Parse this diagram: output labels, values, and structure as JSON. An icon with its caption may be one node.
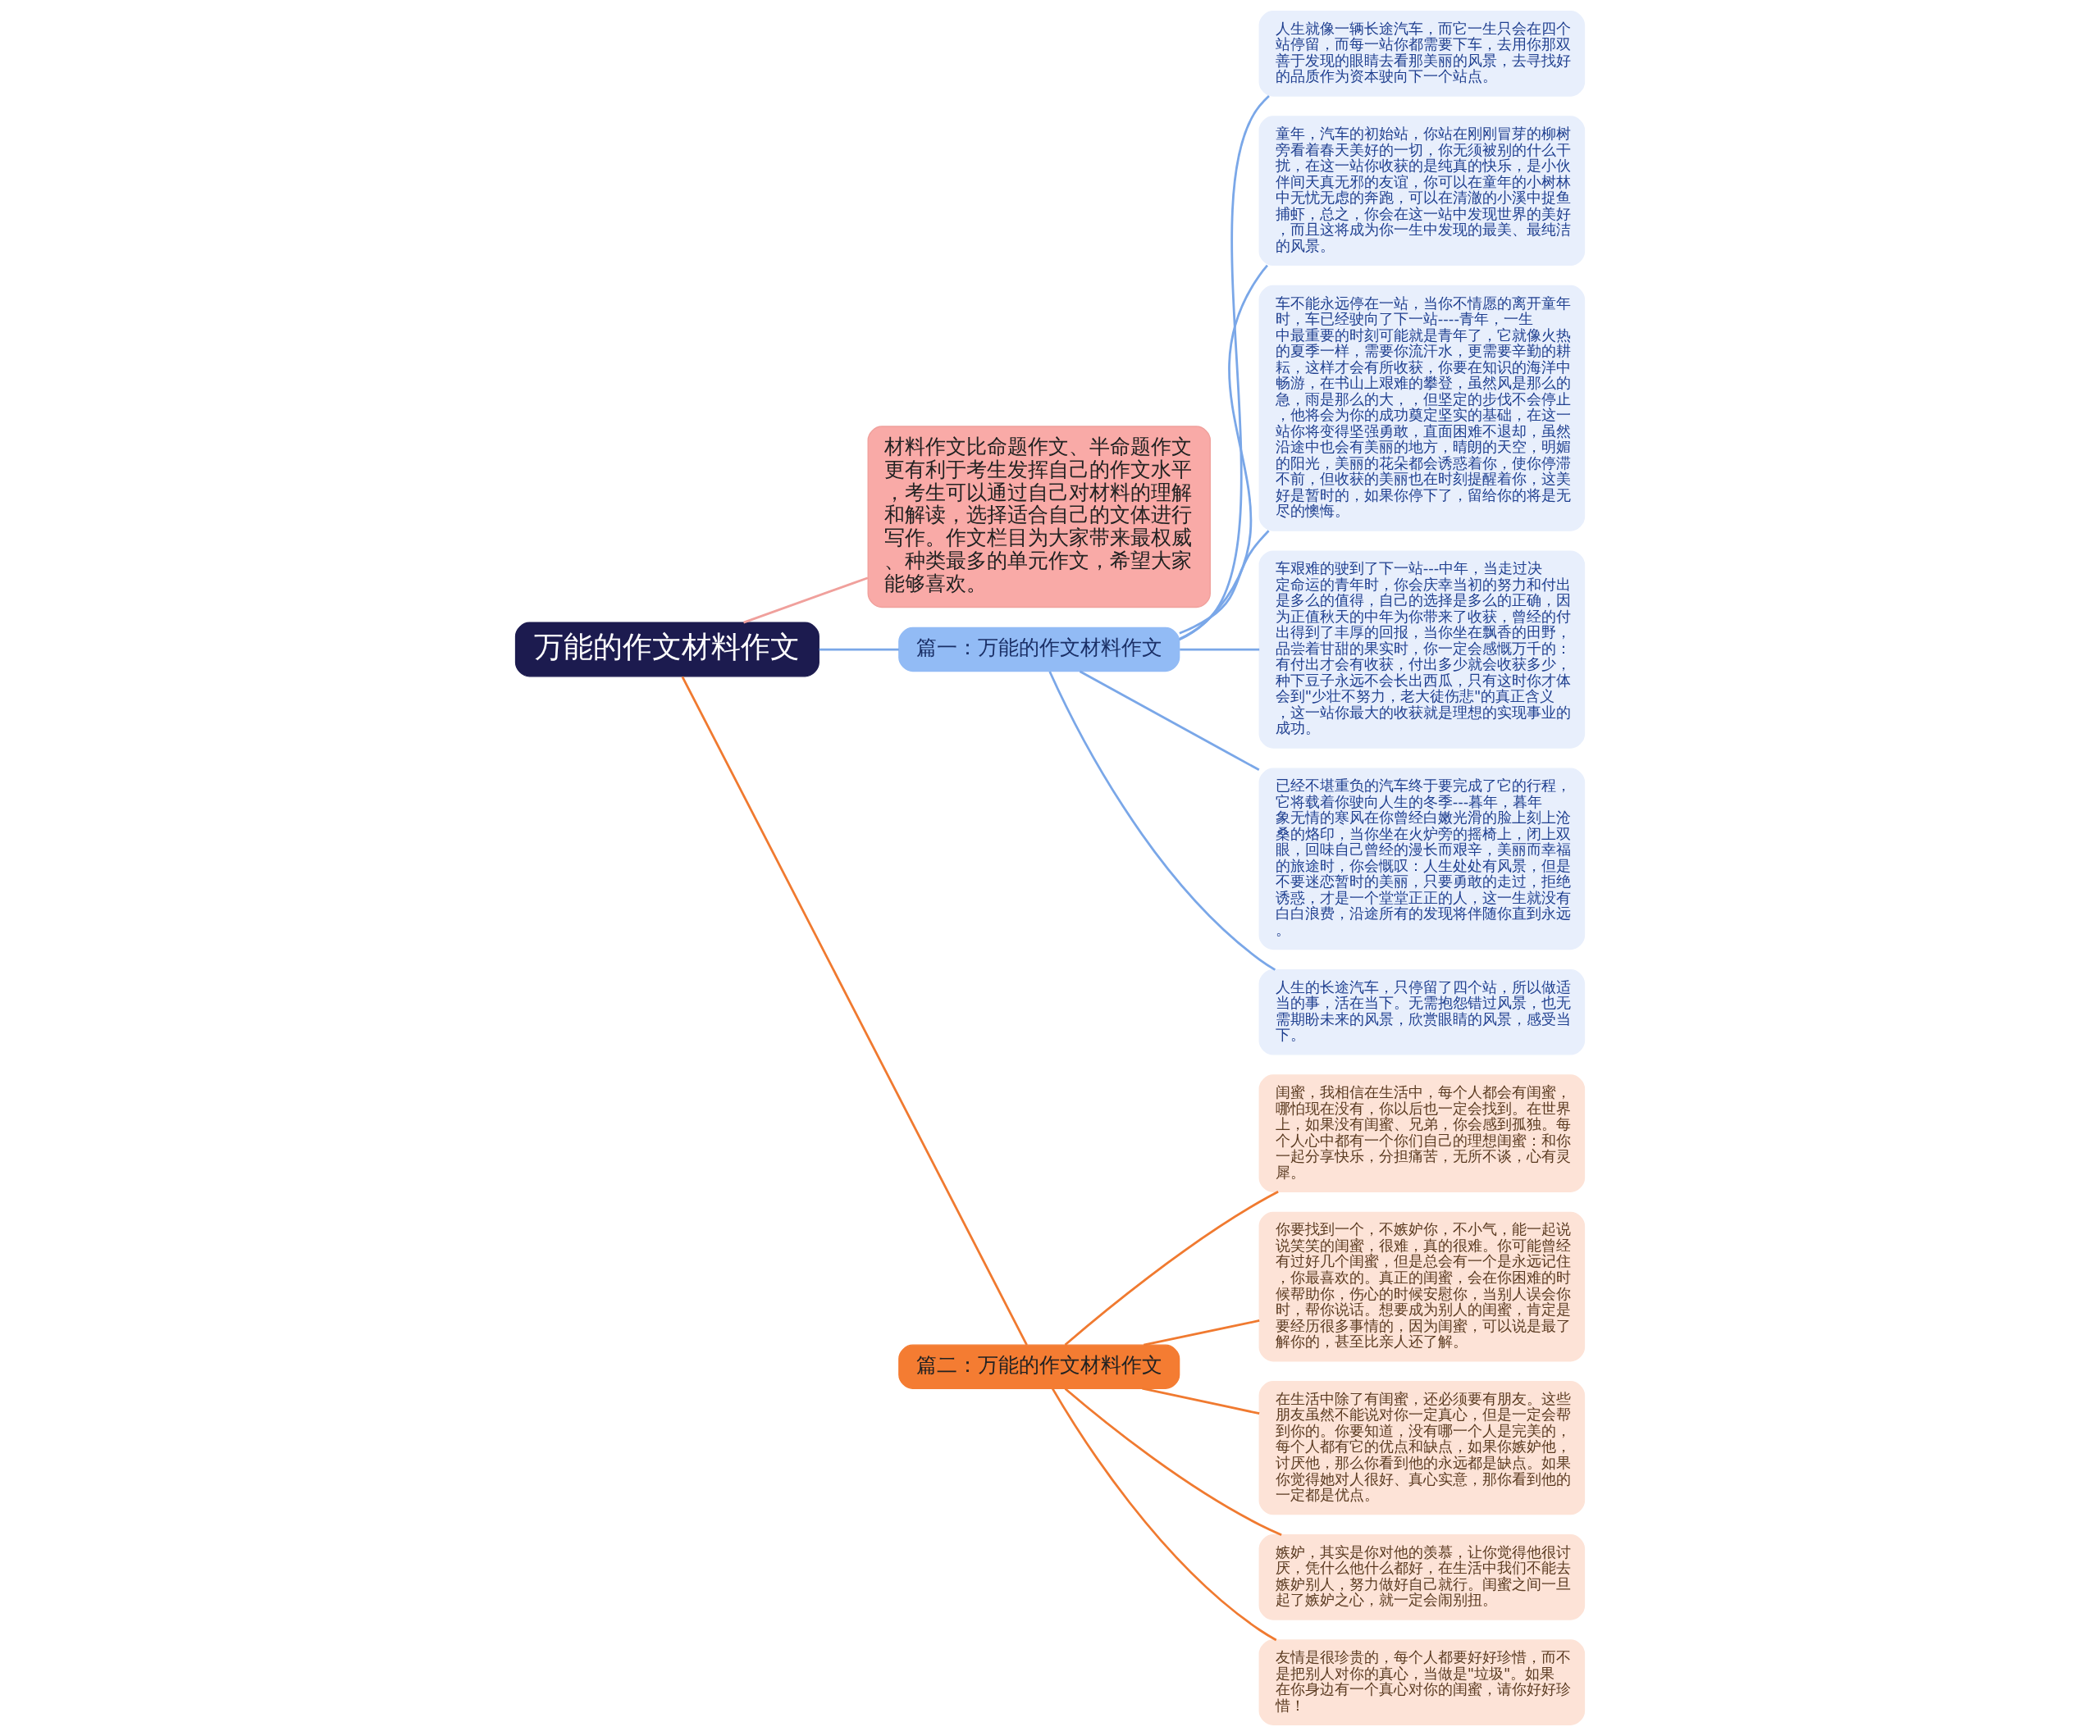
{
  "diagram": {
    "nodes": [
      {
        "text": [
          "万能的作文材料作文"
        ]
      },
      {
        "text": [
          "材料作文比命题作文、半命题作文更有利于考生发挥自己的作文水平，考生可以通过自己对材料的理解和解读，选择适合自己的文体进行写作。作文栏目为大家带来最权威、种类最多的单元作文，希望大家能够喜欢。"
        ]
      },
      {
        "text": [
          "篇一：万能的作文材料作文"
        ]
      },
      {
        "text": [
          "人生就像一辆长途汽车，而它一生只会在四个站停留，而每一站你都需要下车，去用你那双善于发现的眼睛去看那美丽的风景，去寻找好的品质作为资本驶向下一个站点。"
        ]
      },
      {
        "text": [
          "童年，汽车的初始站，你站在刚刚冒芽的柳树旁看着春天美好的一切，你无须被别的什么干扰，在这一站你收获的是纯真的快乐，是小伙伴间天真无邪的友谊，你可以在童年的小树林中无忧无虑的奔跑，可以在清澈的小溪中捉鱼捕虾，总之，你会在这一站中发现世界的美好，而且这将成为你一生中发现的最美、最纯洁的风景。"
        ]
      },
      {
        "text": [
          "车不能永远停在一站，当你不情愿的离开童年时，车已经驶向了下一站----青年，一生中最重要的时刻可能就是青年了，它就像火热的夏季一样，需要你流汗水，更需要辛勤的耕耘，这样才会有所收获，你要在知识的海洋中畅游，在书山上艰难的攀登，虽然风是那么的急，雨是那么的大，，但坚定的步伐不会停止，他将会为你的成功奠定坚实的基础，在这一站你将变得坚强勇敢，直面困难不退却，虽然沿途中也会有美丽的地方，晴朗的天空，明媚的阳光，美丽的花朵都会诱惑着你，使你停滞不前，但收获的美丽也在时刻提醒着你，这美好是暂时的，如果你停下了，留给你的将是无尽的懊悔。"
        ]
      },
      {
        "text": [
          "车艰难的驶到了下一站---中年，当走过决定命运的青年时，你会庆幸当初的努力和付出是多么的值得，自己的选择是多么的正确，因为正值秋天的中年为你带来了收获，曾经的付出得到了丰厚的回报，当你坐在飘香的田野，品尝着甘甜的果实时，你一定会感慨万千的：有付出才会有收获，付出多少就会收获多少，种下豆子永远不会长出西瓜，只有这时你才体会到\"少壮不努力，老大徒伤悲\"的真正含义，这一站你最大的收获就是理想的实现事业的成功。"
        ]
      },
      {
        "text": [
          "已经不堪重负的汽车终于要完成了它的行程，它将载着你驶向人生的冬季---暮年，暮年象无情的寒风在你曾经白嫩光滑的脸上刻上沧桑的烙印，当你坐在火炉旁的摇椅上，闭上双眼，回味自己曾经的漫长而艰辛，美丽而幸福的旅途时，你会慨叹：人生处处有风景，但是不要迷恋暂时的美丽，只要勇敢的走过，拒绝诱惑，才是一个堂堂正正的人，这一生就没有白白浪费，沿途所有的发现将伴随你直到永远。"
        ]
      },
      {
        "text": [
          "人生的长途汽车，只停留了四个站，所以做适当的事，活在当下。无需抱怨错过风景，也无需期盼未来的风景，欣赏眼睛的风景，感受当下。"
        ]
      },
      {
        "text": [
          "篇二：万能的作文材料作文"
        ]
      },
      {
        "text": [
          "闺蜜，我相信在生活中，每个人都会有闺蜜，哪怕现在没有，你以后也一定会找到。在世界上，如果没有闺蜜、兄弟，你会感到孤独。每个人心中都有一个你们自己的理想闺蜜：和你一起分享快乐，分担痛苦，无所不谈，心有灵犀。"
        ]
      },
      {
        "text": [
          "你要找到一个，不嫉妒你，不小气，能一起说说笑笑的闺蜜，很难，真的很难。你可能曾经有过好几个闺蜜，但是总会有一个是永远记住，你最喜欢的。真正的闺蜜，会在你困难的时候帮助你，伤心的时候安慰你，当别人误会你时，帮你说话。想要成为别人的闺蜜，肯定是要经历很多事情的，因为闺蜜，可以说是最了解你的，甚至比亲人还了解。"
        ]
      },
      {
        "text": [
          "在生活中除了有闺蜜，还必须要有朋友。这些朋友虽然不能说对你一定真心，但是一定会帮到你的。你要知道，没有哪一个人是完美的，每个人都有它的优点和缺点，如果你嫉妒他，讨厌他，那么你看到他的永远都是缺点。如果你觉得她对人很好、真心实意，那你看到他的一定都是优点。"
        ]
      },
      {
        "text": [
          "嫉妒，其实是你对他的羡慕，让你觉得他很讨厌，凭什么他什么都好，在生活中我们不能去嫉妒别人，努力做好自己就行。闺蜜之间一旦起了嫉妒之心，就一定会闹别扭。"
        ]
      },
      {
        "text": [
          "友情是很珍贵的，每个人都要好好珍惜，而不是把别人对你的真心，当做是\"垃圾\"。如果在你身边有一个真心对你的闺蜜，请你好好珍惜！"
        ]
      }
    ],
    "edges": [
      {
        "from": 0,
        "to": 1,
        "arrow": "none",
        "color": "#f0a09c"
      },
      {
        "from": 0,
        "to": 2,
        "arrow": "none"
      },
      {
        "from": 2,
        "to": 3,
        "arrow": "none"
      },
      {
        "from": 2,
        "to": 4,
        "arrow": "none"
      },
      {
        "from": 2,
        "to": 5,
        "arrow": "none"
      },
      {
        "from": 2,
        "to": 6,
        "arrow": "none"
      },
      {
        "from": 2,
        "to": 7,
        "arrow": "none"
      },
      {
        "from": 2,
        "to": 8,
        "arrow": "none"
      },
      {
        "from": 0,
        "to": 9,
        "arrow": "none",
        "color": "#f07a30"
      },
      {
        "from": 9,
        "to": 10,
        "arrow": "none",
        "color": "#f07a30"
      },
      {
        "from": 9,
        "to": 11,
        "arrow": "none",
        "color": "#f07a30"
      },
      {
        "from": 9,
        "to": 12,
        "arrow": "none",
        "color": "#f07a30"
      },
      {
        "from": 9,
        "to": 13,
        "arrow": "none",
        "color": "#f07a30"
      },
      {
        "from": 9,
        "to": 14,
        "arrow": "none",
        "color": "#f07a30"
      }
    ]
  }
}
